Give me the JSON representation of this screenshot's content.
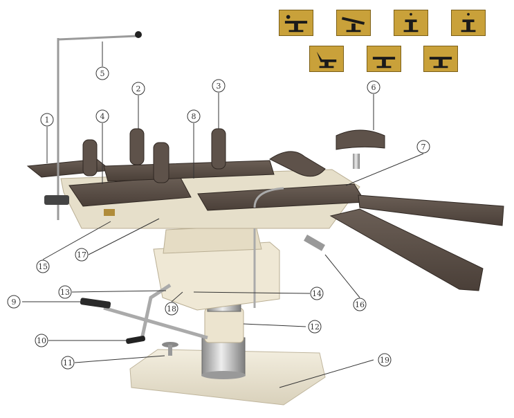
{
  "callouts": [
    {
      "n": "1"
    },
    {
      "n": "2"
    },
    {
      "n": "3"
    },
    {
      "n": "4"
    },
    {
      "n": "5"
    },
    {
      "n": "6"
    },
    {
      "n": "7"
    },
    {
      "n": "8"
    },
    {
      "n": "9"
    },
    {
      "n": "10"
    },
    {
      "n": "11"
    },
    {
      "n": "12"
    },
    {
      "n": "13"
    },
    {
      "n": "14"
    },
    {
      "n": "15"
    },
    {
      "n": "16"
    },
    {
      "n": "17"
    },
    {
      "n": "18"
    },
    {
      "n": "19"
    }
  ],
  "position_icons": [
    "table-flat-icon",
    "table-tilt-icon",
    "table-raise-icon",
    "table-lower-icon",
    "table-sit-icon",
    "table-trendelenburg-icon",
    "table-reverse-icon"
  ],
  "colors": {
    "pad": "#5b4f47",
    "pad_edge": "#3b322c",
    "frame": "#e9e2cf",
    "base": "#ede6d2",
    "chrome": "#b8b8b8",
    "icon_bg": "#c9a13a"
  }
}
